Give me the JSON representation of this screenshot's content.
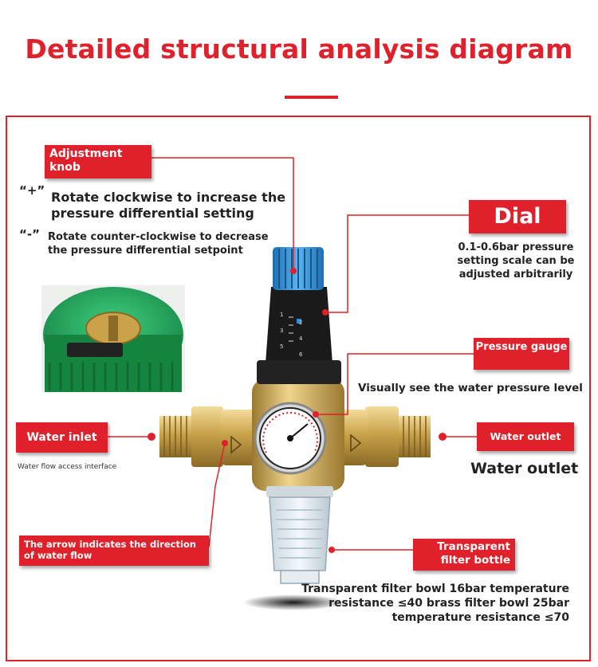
{
  "title": "Detailed structural analysis diagram",
  "adjustment_knob": {
    "label": "Adjustment knob",
    "plus_symbol": "“+”",
    "plus_text": "Rotate clockwise to increase the pressure differential setting",
    "minus_symbol": "“-”",
    "minus_text": "Rotate counter-clockwise to decrease the pressure differential setpoint"
  },
  "dial": {
    "label": "Dial",
    "description": "0.1-0.6bar pressure setting scale can be adjusted arbitrarily",
    "scale_marks": [
      "1",
      "2",
      "3",
      "4",
      "5",
      "6"
    ]
  },
  "pressure_gauge": {
    "label": "Pressure gauge",
    "description": "Visually see the water pressure level"
  },
  "water_inlet": {
    "label": "Water inlet",
    "description": "Water flow access interface"
  },
  "water_outlet": {
    "label": "Water outlet",
    "description": "Water outlet"
  },
  "arrow_note": {
    "label": "The arrow indicates the direction of water flow"
  },
  "filter_bottle": {
    "label": "Transparent filter bottle",
    "description": "Transparent filter bowl 16bar temperature resistance ≤40 brass filter bowl 25bar temperature resistance ≤70"
  },
  "colors": {
    "accent": "#e0202a",
    "brass": "#c9a24a",
    "knob_blue": "#2f8fd8",
    "knob_green": "#1f9a55"
  }
}
